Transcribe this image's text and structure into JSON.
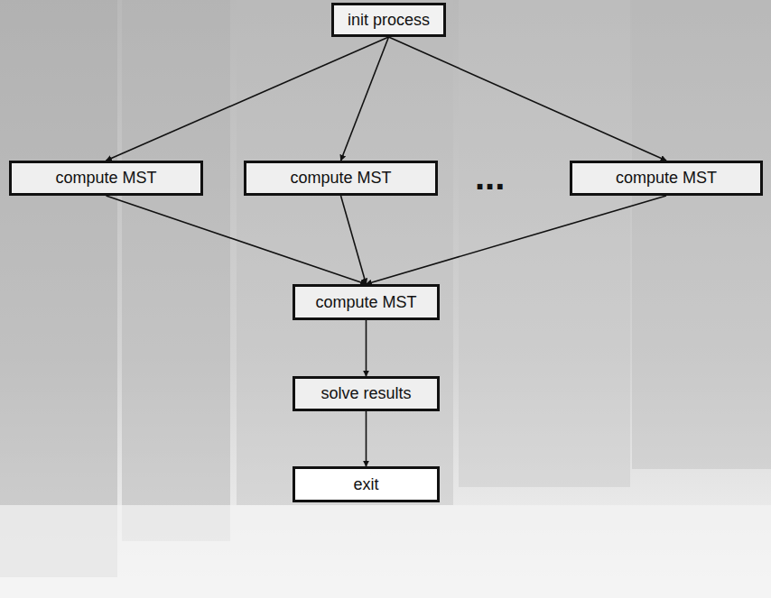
{
  "diagram": {
    "nodes": [
      {
        "text": [
          "init process"
        ]
      },
      {
        "text": [
          "compute MST"
        ]
      },
      {
        "text": [
          "compute MST"
        ]
      },
      {
        "text": [
          "compute MST"
        ]
      },
      {
        "text": [
          "compute MST"
        ]
      },
      {
        "text": [
          "solve results"
        ]
      },
      {
        "text": [
          "exit"
        ]
      }
    ],
    "edges": [
      {
        "from": 0,
        "to": 1,
        "arrow": "to"
      },
      {
        "from": 0,
        "to": 2,
        "arrow": "to"
      },
      {
        "from": 0,
        "to": 3,
        "arrow": "to"
      },
      {
        "from": 1,
        "to": 4,
        "arrow": "to"
      },
      {
        "from": 2,
        "to": 4,
        "arrow": "to"
      },
      {
        "from": 3,
        "to": 4,
        "arrow": "to"
      },
      {
        "from": 4,
        "to": 5,
        "arrow": "to"
      },
      {
        "from": 5,
        "to": 6,
        "arrow": "to"
      }
    ],
    "labels": [
      "..."
    ]
  }
}
